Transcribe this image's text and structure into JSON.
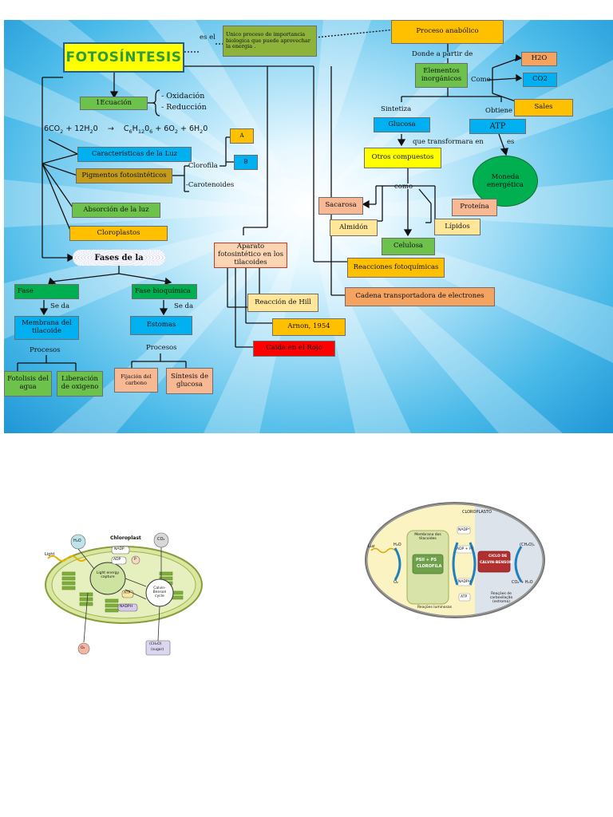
{
  "concept_map": {
    "title": "FOTOSÍNTESIS",
    "es_el": "es el",
    "definition": "Unico proceso de importancia biologica que puede aprovechar la energia .",
    "ecuacion": "1Ecuación",
    "oxidacion": "-   Oxidación",
    "reduccion": "-   Reducción",
    "equation": {
      "part1": "6CO",
      "sub1": "2",
      "part2": " + 12H",
      "sub2": "2",
      "part3": "0",
      "arrow": "→",
      "part4": "C",
      "sub3": "6",
      "part5": "H",
      "sub4": "12",
      "part6": "0",
      "sub5": "6",
      "part7": " + 6O",
      "sub6": "2",
      "part8": " + 6H",
      "sub7": "2",
      "part9": "0"
    },
    "caracteristicas": "Características de la Luz",
    "pigmentos": "Pigmentos fotosintéticos",
    "clorofila": "-Clorofila",
    "carotenoides": "-Carotenoides",
    "a_label": "A",
    "b_label": "B",
    "absorcion": "Absorción de la luz",
    "cloroplastos": "Cloroplastos",
    "fases": "Fases de la",
    "fase": "Fase",
    "fase_bioquimica": "Fase bioquímica",
    "se_da_1": "Se da",
    "se_da_2": "Se da",
    "membrana": "Membrana del tilacoide",
    "estomas": "Estomas",
    "procesos_1": "Procesos",
    "procesos_2": "Procesos",
    "fotolisis": "Fotolisis del agua",
    "liberacion": "Liberación de oxigeno",
    "fijacion": "Fijación del carbono",
    "sintesis_glucosa": "Síntesis de glucosa",
    "aparato": "Aparato fotosintético en los tilacoides",
    "reaccion_hill": "Reacción de Hill",
    "arnon": "Arnon, 1954",
    "caida_rojo": "Caida en el Rojo",
    "proceso_anabolico": "Proceso anabólico",
    "donde_partir": "Donde a partir de",
    "elementos": "Elementos inorgánicos",
    "como_1": "Como",
    "h2o": "H2O",
    "co2": "CO2",
    "sales": "Sales",
    "sintetiza": "Sintetiza",
    "obtiene": "Obtiene",
    "glucosa": "Glucosa",
    "atp": "ATP",
    "que_transformara": "que transformara en",
    "es": "es",
    "moneda": "Moneda energética",
    "otros_compuestos": "Otros compuestos",
    "como_2": "como",
    "sacarosa": "Sacarosa",
    "proteina": "Proteína",
    "almidon": "Almidón",
    "lipidos": "Lípidos",
    "celulosa": "Celulosa",
    "reacciones_foto": "Reacciones fotoquímicas",
    "cadena": "Cadena transportadora de electrones"
  },
  "figure_left": {
    "chloroplast": "Chloroplast",
    "h2o": "H₂O",
    "co2": "CO₂",
    "light": "Light",
    "light_capture": "Light energy capture",
    "nadp": "NADP",
    "adp": "ADP",
    "p": "P",
    "atp": "ATP",
    "nadph": "NADPH",
    "calvin": "Calvin-Benson cycle",
    "o2": "O₂",
    "sugar": "(CH₂O)",
    "sugar_note": "(sugar)"
  },
  "figure_right": {
    "cloroplasto": "CLOROPLASTO",
    "luz": "Luz",
    "h2o": "H₂O",
    "o2": "O₂",
    "membrana": "Membrana dos tilacoides",
    "psii": "PSII + PS",
    "clorofila": "CLOROFILA",
    "nadp": "NADP⁺",
    "adp": "ADP + Pi",
    "nadph": "NADPH",
    "atp": "ATP",
    "ciclo": "CICLO DE",
    "calvin": "CALVIN-BENSON",
    "ch2o": "(CH₂O)ₙ",
    "co2_h2o": "CO₂ + H₂O",
    "reacoes_luminosas": "Reações luminosas",
    "reacoes_carb": "Reações de carboxilação (estroma)"
  },
  "colors": {
    "green": "#6cc24a",
    "blue": "#00b0f0",
    "gold": "#ffc000",
    "yellow": "#ffff00",
    "red": "#ff0000",
    "title_text": "#2e9c3c"
  }
}
